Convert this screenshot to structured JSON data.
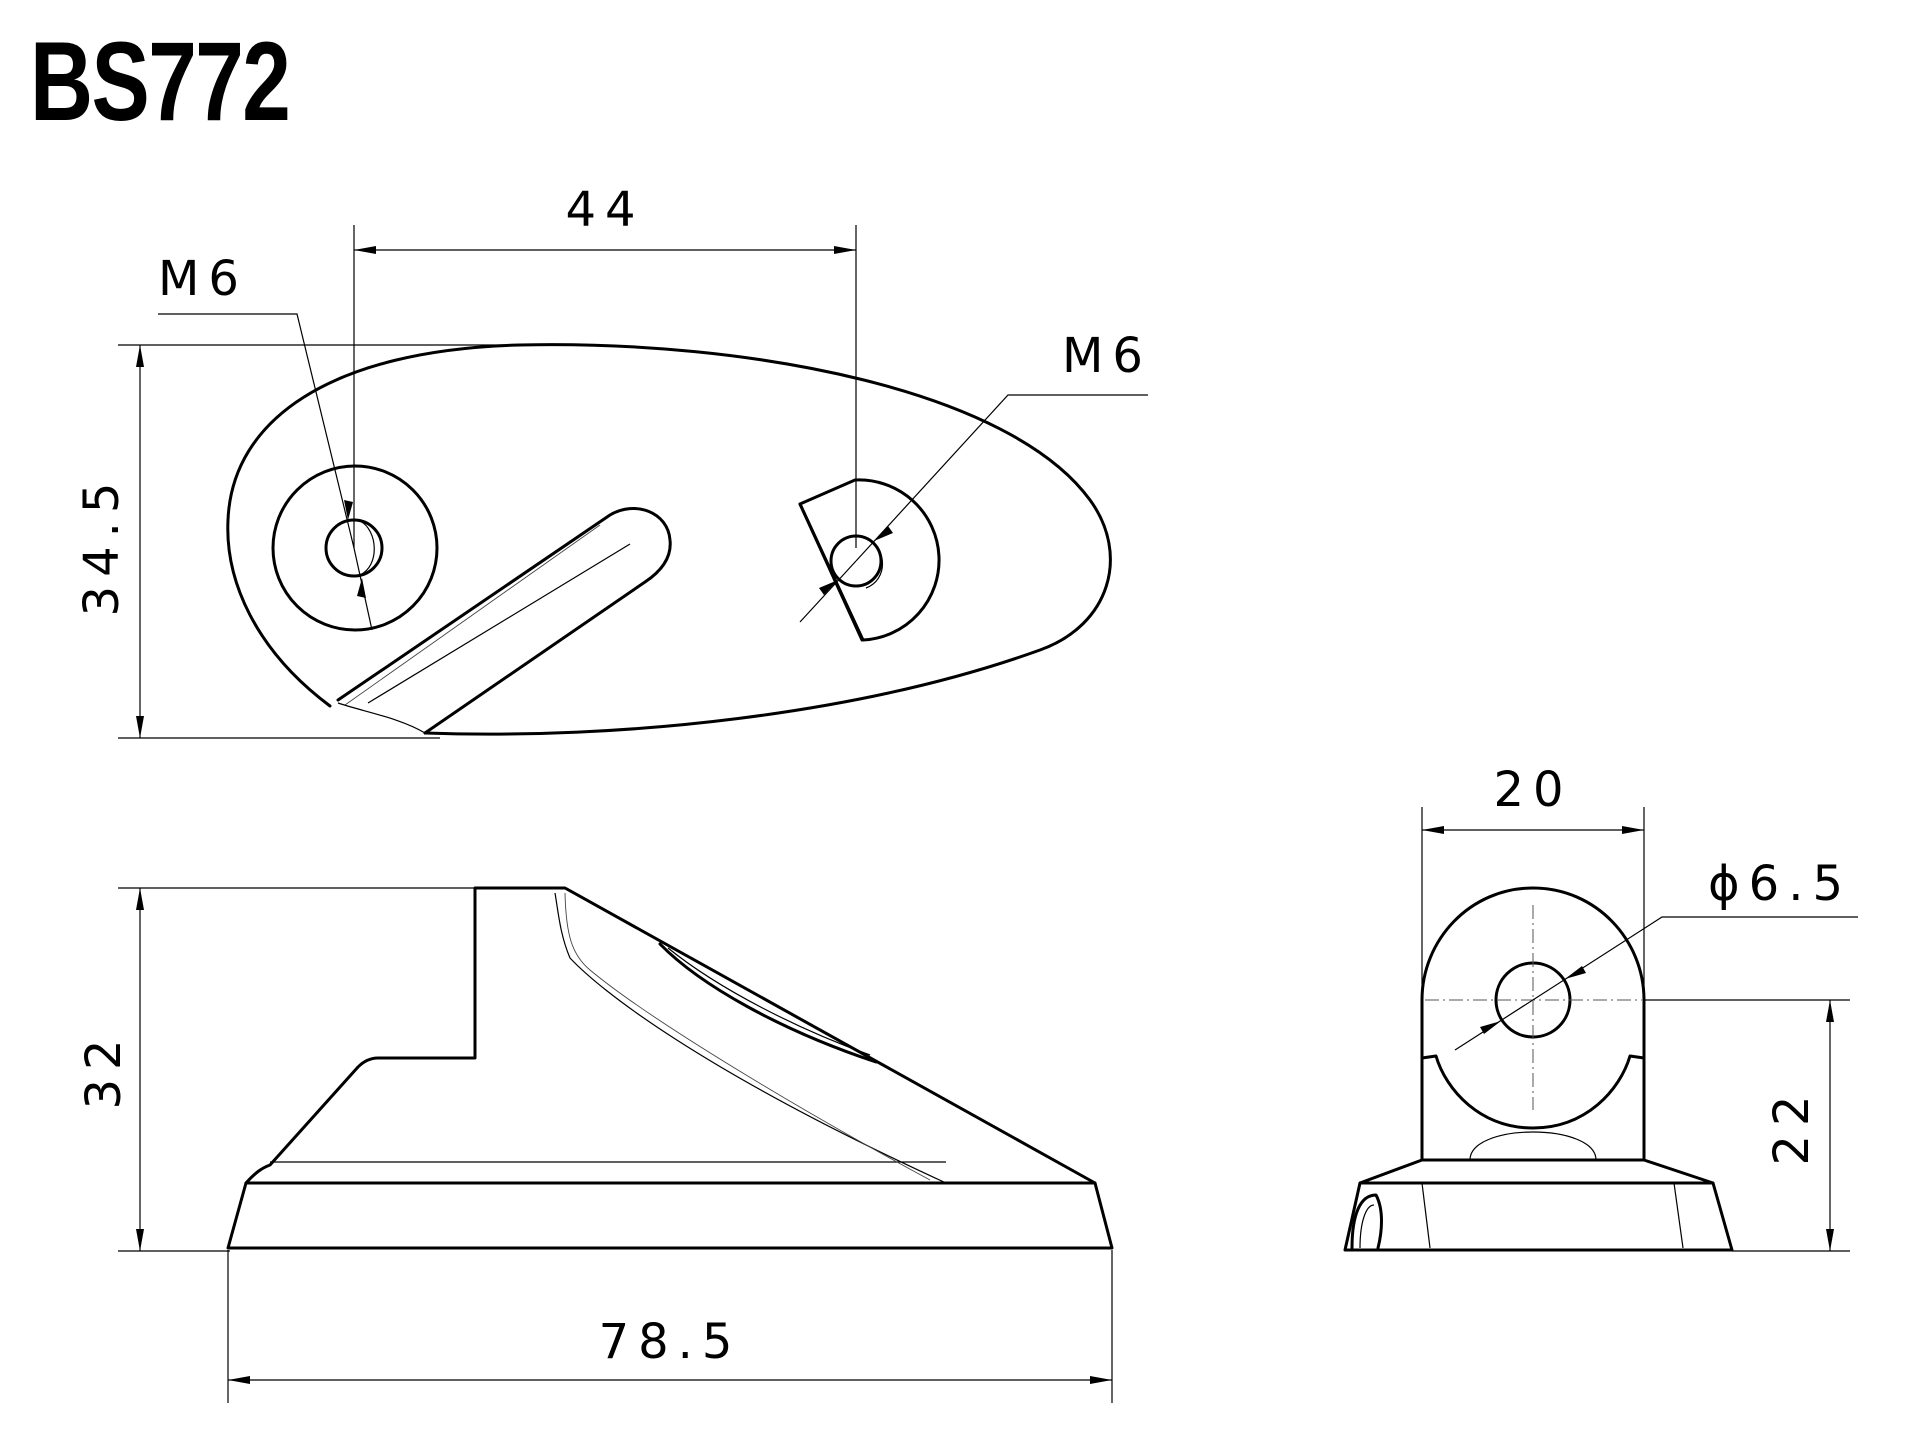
{
  "title": "BS772",
  "dimensions": {
    "hole_spacing": "44",
    "left_thread": "M6",
    "right_thread": "M6",
    "top_height": "34.5",
    "side_height": "32",
    "overall_length": "78.5",
    "end_width": "20",
    "bore_diameter": "ϕ6.5",
    "bore_height": "22"
  }
}
